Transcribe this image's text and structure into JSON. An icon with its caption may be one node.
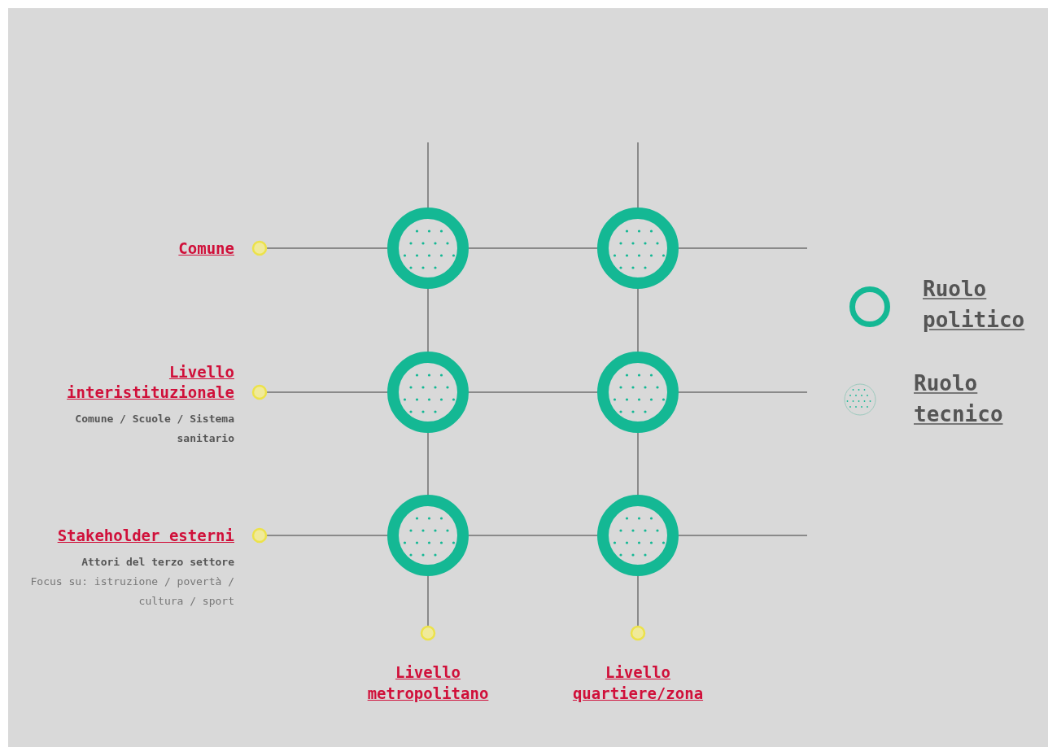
{
  "diagram": {
    "nodes": [
      {
        "text": [
          "Comune"
        ]
      },
      {
        "text": [],
        "shape": "circle"
      },
      {
        "text": [],
        "shape": "circle"
      },
      {
        "text": [
          "Livello interistituzionale"
        ],
        "beside": [
          "Comune / Scuole / Sistema sanitario"
        ]
      },
      {
        "text": [],
        "shape": "circle"
      },
      {
        "text": [],
        "shape": "circle"
      },
      {
        "text": [
          "Stakeholder esterni"
        ],
        "beside": [
          "Attori del terzo settore",
          "Focus su: istruzione / povertà / cultura / sport"
        ]
      },
      {
        "text": [],
        "shape": "circle"
      },
      {
        "text": [],
        "shape": "circle"
      },
      {
        "text": [
          "Livello metropolitano"
        ]
      },
      {
        "text": [
          "Livello quartiere/zona"
        ]
      }
    ],
    "edges": [
      {
        "from": 0,
        "to": 1,
        "arrow": "other"
      },
      {
        "from": 1,
        "to": 2,
        "arrow": "none"
      },
      {
        "from": 2,
        "to": null,
        "arrow": "none"
      },
      {
        "from": 3,
        "to": 4,
        "arrow": "other"
      },
      {
        "from": 4,
        "to": 5,
        "arrow": "none"
      },
      {
        "from": 5,
        "to": null,
        "arrow": "none"
      },
      {
        "from": 6,
        "to": 7,
        "arrow": "other"
      },
      {
        "from": 7,
        "to": 8,
        "arrow": "none"
      },
      {
        "from": 8,
        "to": null,
        "arrow": "none"
      },
      {
        "from": null,
        "to": 1,
        "arrow": "none"
      },
      {
        "from": 1,
        "to": 4,
        "arrow": "none"
      },
      {
        "from": 4,
        "to": 7,
        "arrow": "none"
      },
      {
        "from": 9,
        "to": 7,
        "arrow": "other"
      },
      {
        "from": null,
        "to": 2,
        "arrow": "none"
      },
      {
        "from": 2,
        "to": 5,
        "arrow": "none"
      },
      {
        "from": 5,
        "to": 8,
        "arrow": "none"
      },
      {
        "from": 10,
        "to": 8,
        "arrow": "other"
      }
    ],
    "legend": [
      {
        "text": "Ruolo politico"
      },
      {
        "text": "Ruolo tecnico"
      }
    ]
  }
}
